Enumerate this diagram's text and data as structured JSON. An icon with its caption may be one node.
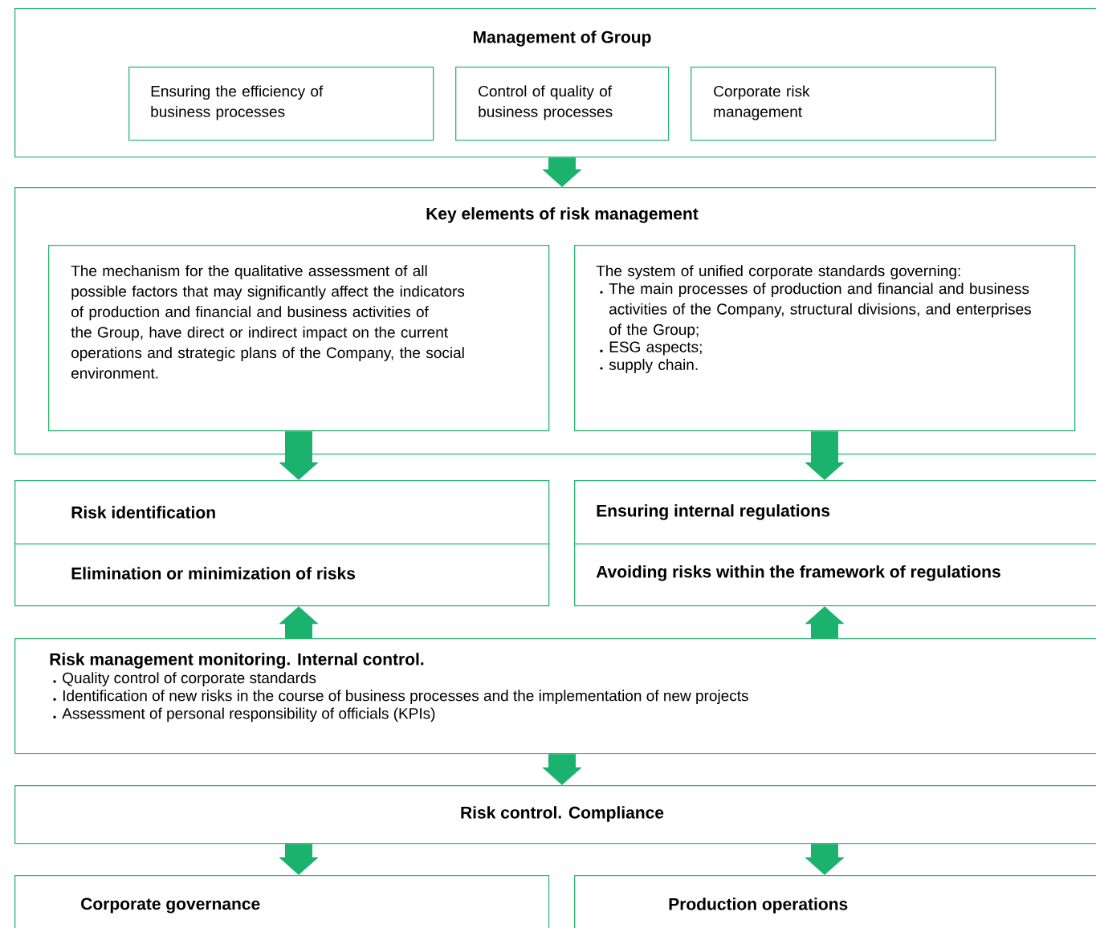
{
  "diagram": {
    "nodes": [
      {
        "text": [
          "Management of Group"
        ]
      },
      {
        "text": [
          "Ensuring the efficiency of business processes"
        ],
        "in": 0
      },
      {
        "text": [
          "Control of quality of business processes"
        ],
        "in": 0
      },
      {
        "text": [
          "Corporate risk management"
        ],
        "in": 0
      },
      {
        "text": [
          "Key elements of risk management"
        ]
      },
      {
        "text": [
          "The mechanism for the qualitative assessment of all possible factors that may significantly affect the indicators of production and financial and business activities of the Group, have direct or indirect impact on the current operations and strategic plans of the Company, the social environment."
        ],
        "in": 4
      },
      {
        "text": [
          "The system of unified corporate standards governing:",
          "The main processes of production and financial and business activities of the Company, structural divisions, and enterprises of the Group;",
          "ESG aspects;",
          "supply chain."
        ],
        "in": 4
      },
      {
        "text": [
          "Risk identification"
        ]
      },
      {
        "text": [
          "Elimination or minimization of risks"
        ]
      },
      {
        "text": [
          "Ensuring internal regulations"
        ]
      },
      {
        "text": [
          "Avoiding risks within the framework of regulations"
        ]
      },
      {
        "text": [
          "Risk management monitoring. Internal control.",
          "Quality control of corporate standards",
          "Identification of new risks in the course of business processes and the implementation of new projects",
          "Assessment of personal responsibility of officials (KPIs)"
        ]
      },
      {
        "text": [
          "Risk control. Compliance"
        ]
      },
      {
        "text": [
          "Corporate governance"
        ]
      },
      {
        "text": [
          "Production operations"
        ]
      }
    ],
    "edges": [
      {
        "from": 0,
        "to": 4,
        "arrow": "to"
      },
      {
        "from": 5,
        "to": 7,
        "arrow": "to"
      },
      {
        "from": 6,
        "to": 9,
        "arrow": "to"
      },
      {
        "from": 11,
        "to": 8,
        "arrow": "to"
      },
      {
        "from": 11,
        "to": 10,
        "arrow": "to"
      },
      {
        "from": 11,
        "to": 12,
        "arrow": "to"
      },
      {
        "from": 12,
        "to": 13,
        "arrow": "to"
      },
      {
        "from": 12,
        "to": 14,
        "arrow": "to"
      }
    ]
  }
}
